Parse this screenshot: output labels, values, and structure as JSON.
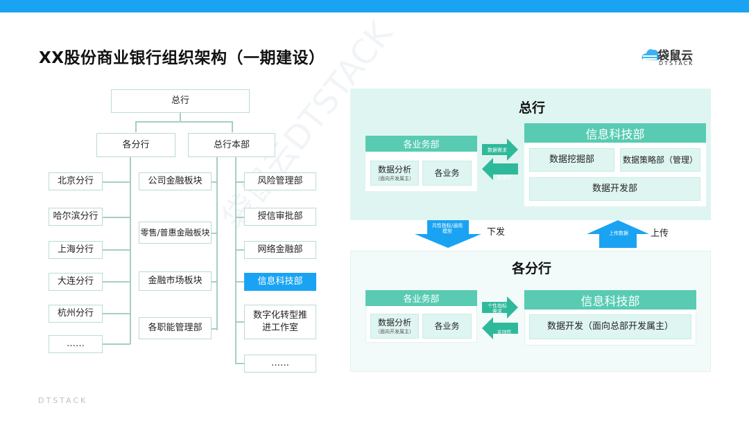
{
  "title": "XX股份商业银行组织架构（一期建设）",
  "logo": {
    "name": "袋鼠云",
    "sub": "DTSTACK"
  },
  "footer": "DTSTACK",
  "watermark": "袋鼠云DTSTACK",
  "tree": {
    "root": "总行",
    "branches": "各分行",
    "hq": "总行本部",
    "branch_list": [
      "北京分行",
      "哈尔滨分行",
      "上海分行",
      "大连分行",
      "杭州分行",
      "……"
    ],
    "sectors": [
      "公司金融板块",
      "零售/普惠金融板块",
      "金融市场板块",
      "各职能管理部"
    ],
    "depts": [
      "风险管理部",
      "授信审批部",
      "网络金融部",
      "信息科技部",
      "数字化转型推进工作室",
      "……"
    ]
  },
  "hq_panel": {
    "heading": "总行",
    "biz_bar": "各业务部",
    "biz_cell1_main": "数据分析",
    "biz_cell1_sub": "（面向开发属主）",
    "biz_cell2": "各业务",
    "arrow_right": "数据需求",
    "arrow_left": "支持性",
    "it_bar": "信息科技部",
    "it_cell1": "数据挖掘部",
    "it_cell2": "数据策略部（管理）",
    "it_cell3": "数据开发部"
  },
  "middle": {
    "down_arrow": "共性指标/通用模型",
    "down_label": "下发",
    "up_arrow": "上传数据",
    "up_label": "上传"
  },
  "branch_panel": {
    "heading": "各分行",
    "biz_bar": "各业务部",
    "biz_cell1_main": "数据分析",
    "biz_cell1_sub": "（面向开发属主）",
    "biz_cell2": "各业务",
    "arrow_right": "个性指标需求",
    "arrow_left": "支持性",
    "it_bar": "信息科技部",
    "it_cell1": "数据开发（面向总部开发属主）"
  },
  "colors": {
    "accent_blue": "#1aa3f2",
    "teal": "#58cbb2",
    "panel_teal": "#dff5f1",
    "line": "#a7cdc5"
  }
}
